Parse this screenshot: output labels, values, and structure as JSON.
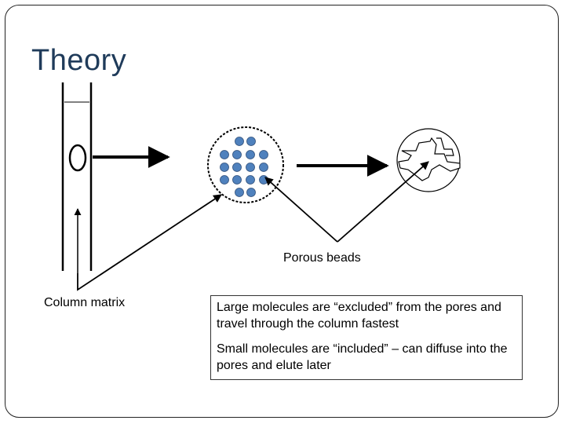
{
  "slide": {
    "title": "Theory",
    "labels": {
      "porous_beads": "Porous beads",
      "column_matrix": "Column matrix"
    },
    "description": {
      "large_molecules": "Large molecules are “excluded” from the pores and travel through the column fastest",
      "small_molecules": "Small molecules are “included” – can diffuse into the pores and elute later"
    }
  },
  "colors": {
    "title": "#1f3b5a",
    "bead_dot": "#4f81bd",
    "bead_dot_outline": "#2f4f7a",
    "lines": "#000000"
  }
}
